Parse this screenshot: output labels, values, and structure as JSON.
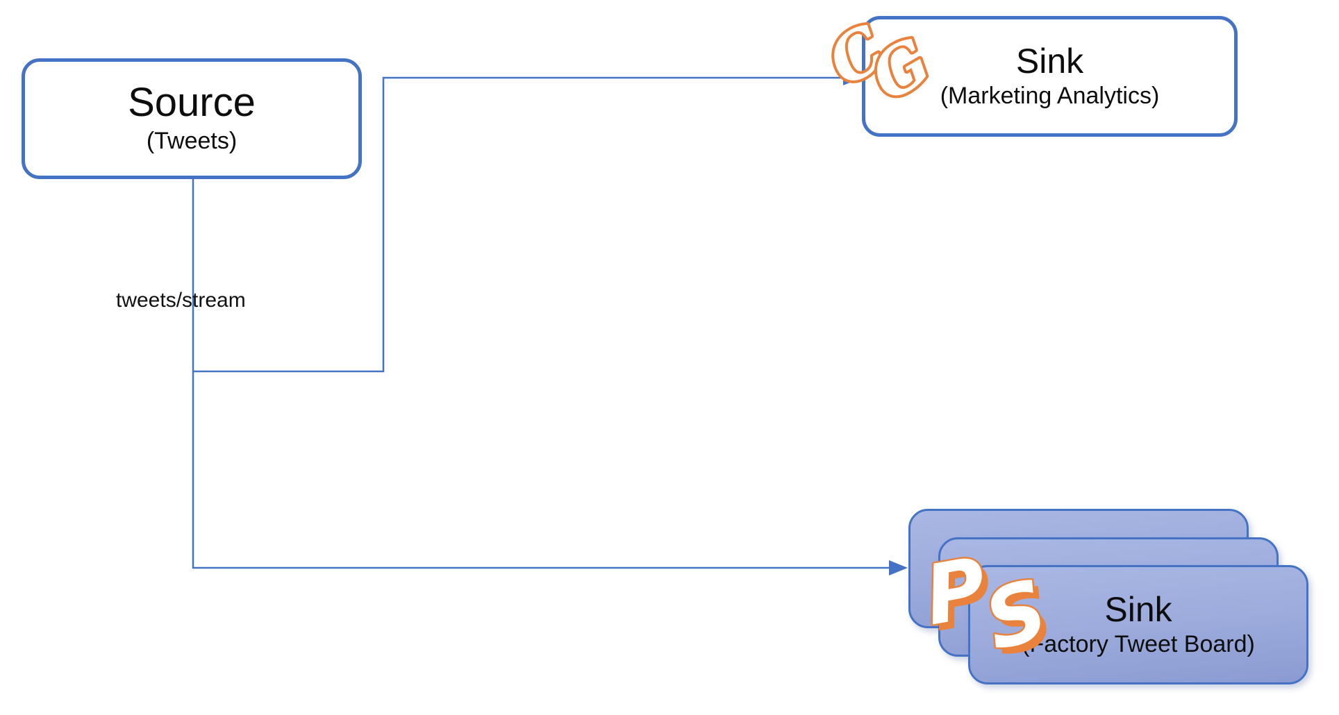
{
  "diagram": {
    "nodes": {
      "source": {
        "title": "Source",
        "subtitle": "(Tweets)"
      },
      "marketing_sink": {
        "title": "Sink",
        "subtitle": "(Marketing Analytics)"
      },
      "factory_sink": {
        "title": "Sink",
        "subtitle": "(Factory Tweet Board)"
      }
    },
    "edges": {
      "stream_label": "tweets/stream"
    },
    "logos": {
      "cg": {
        "letters": [
          "C",
          "G"
        ]
      },
      "ps": {
        "letters": [
          "P",
          "S"
        ]
      }
    },
    "colors": {
      "connector_blue": "#4472C4",
      "node_border_blue": "#4472C4",
      "logo_orange": "#E8823C",
      "stacked_fill_top": "#AAB7E4",
      "stacked_fill_bottom": "#8B9BD2",
      "background": "#FFFFFF",
      "text": "#0D0D0D"
    }
  }
}
